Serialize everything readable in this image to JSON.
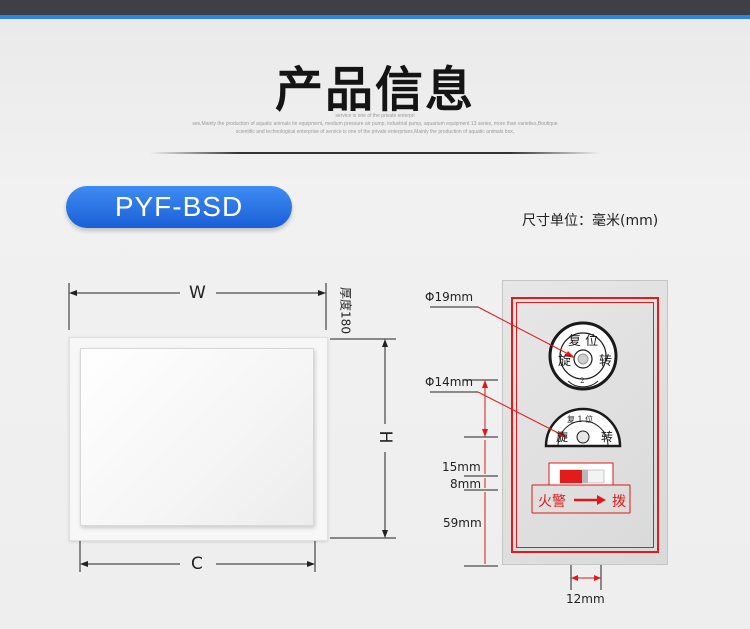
{
  "header": {
    "title": "产品信息",
    "subtitle_lines": [
      "service is one of the private enterpri",
      "ses,Mainly the production of aquatic animals tie equipment, medium pressure air pump, industrial pump, aquarium equipment 13 series, more than varieties,Boutique",
      "scientific and technological enterprise of service is one of the private enterprises,Mainly the production of aquatic animals box,"
    ]
  },
  "model": {
    "name": "PYF-BSD"
  },
  "unit_label": "尺寸单位：毫米(mm)",
  "left_diagram": {
    "width_label": "W",
    "height_label": "H",
    "bottom_label": "C",
    "thickness_label": "厚度180"
  },
  "right_diagram": {
    "dims": {
      "phi19": "Φ19mm",
      "phi14": "Φ14mm",
      "d15": "15mm",
      "d8": "8mm",
      "d59": "59mm",
      "d12": "12mm"
    },
    "upper_dial": {
      "top": "复 位",
      "left": "旋",
      "right": "转",
      "marker": "2"
    },
    "lower_dial": {
      "top": "复 1 位",
      "left": "旋",
      "right": "转"
    },
    "alarm_left": "火警",
    "alarm_right": "拨"
  },
  "colors": {
    "accent": "#2a86e6",
    "badge": "#1f66dc",
    "marking_red": "#e01818"
  }
}
